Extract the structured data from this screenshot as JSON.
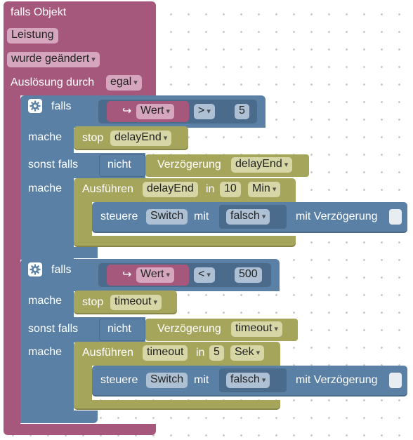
{
  "trigger": {
    "title": "falls Objekt",
    "object_value": "Leistung",
    "event_value": "wurde geändert",
    "trigger_by_label": "Auslösung durch",
    "trigger_by_value": "egal"
  },
  "if1": {
    "falls_label": "falls",
    "var_arrow": "↪",
    "var_name": "Wert",
    "operator": ">",
    "number": "5",
    "do1_label": "mache",
    "stop_label": "stop",
    "stop_target": "delayEnd",
    "elseif_label": "sonst falls",
    "not_label": "nicht",
    "delay_label": "Verzögerung",
    "delay_target": "delayEnd",
    "do2_label": "mache",
    "run_label": "Ausführen",
    "run_target": "delayEnd",
    "in_label": "in",
    "duration": "10",
    "unit": "Min",
    "control_label": "steuere",
    "control_target": "Switch",
    "with_label": "mit",
    "control_value": "falsch",
    "delay_option_label": "mit Verzögerung"
  },
  "if2": {
    "falls_label": "falls",
    "var_arrow": "↪",
    "var_name": "Wert",
    "operator": "<",
    "number": "500",
    "do1_label": "mache",
    "stop_label": "stop",
    "stop_target": "timeout",
    "elseif_label": "sonst falls",
    "not_label": "nicht",
    "delay_label": "Verzögerung",
    "delay_target": "timeout",
    "do2_label": "mache",
    "run_label": "Ausführen",
    "run_target": "timeout",
    "in_label": "in",
    "duration": "5",
    "unit": "Sek",
    "control_label": "steuere",
    "control_target": "Switch",
    "with_label": "mit",
    "control_value": "falsch",
    "delay_option_label": "mit Verzögerung"
  },
  "colors": {
    "trigger_block": "#a5587c",
    "logic_block": "#5b80a5",
    "timer_block": "#a5a55b",
    "workspace": "#ffffff"
  }
}
